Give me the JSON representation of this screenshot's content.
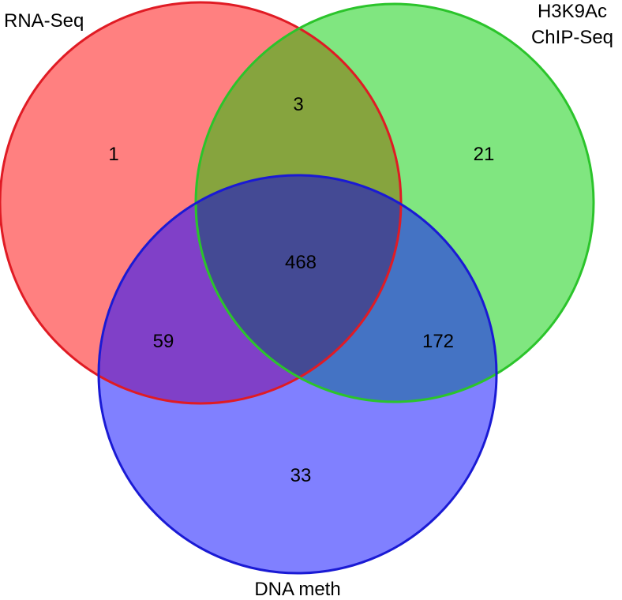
{
  "colors": {
    "rna_fill": "#ff8080",
    "rna_stroke": "#e01b24",
    "chip_fill": "#80e680",
    "chip_stroke": "#2bc42b",
    "meth_fill": "#8080ff",
    "meth_stroke": "#1a1ad4",
    "rna_chip": "#86a43e",
    "rna_meth": "#8040c8",
    "chip_meth": "#4473c4",
    "all_three": "#444a94"
  },
  "sets": {
    "rna": "RNA-Seq",
    "chip_line1": "H3K9Ac",
    "chip_line2": "ChIP-Seq",
    "meth": "DNA meth"
  },
  "counts": {
    "rna_only": "1",
    "chip_only": "21",
    "meth_only": "33",
    "rna_chip": "3",
    "rna_meth": "59",
    "chip_meth": "172",
    "all_three": "468"
  }
}
